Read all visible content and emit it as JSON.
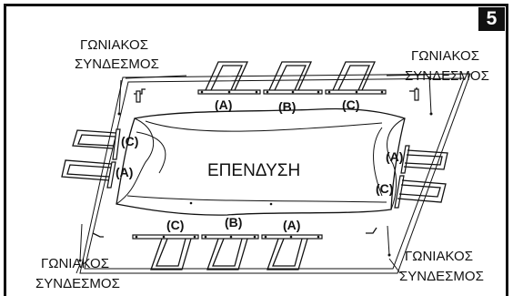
{
  "step_number": "5",
  "labels": {
    "corner_connector_line1": "ΓΩΝΙΑΚΟΣ",
    "corner_connector_line2": "ΣΥΝΔΕΣΜΟΣ",
    "liner": "ΕΠΕΝΔΥΣΗ"
  },
  "parts": {
    "a": "(A)",
    "b": "(B)",
    "c": "(C)"
  }
}
